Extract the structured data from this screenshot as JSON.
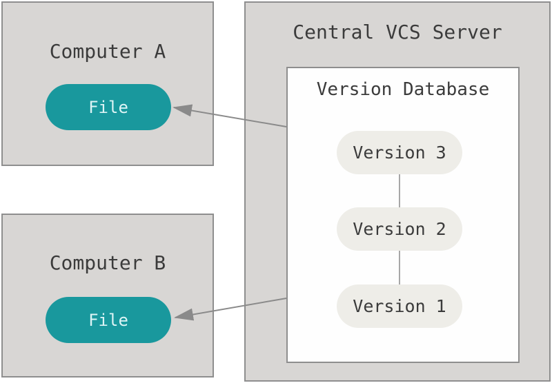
{
  "colors": {
    "background": "#ffffff",
    "box_fill": "#d8d6d4",
    "box_border": "#8e8e8e",
    "database_fill": "#fefefe",
    "database_border": "#8e8e8e",
    "file_pill_fill": "#19989d",
    "file_pill_text": "#ddf4f5",
    "version_pill_fill": "#eeede8",
    "text_dark": "#3b3b3b",
    "connector": "#8a8a8a"
  },
  "computer_a": {
    "title": "Computer A",
    "file_label": "File"
  },
  "computer_b": {
    "title": "Computer B",
    "file_label": "File"
  },
  "server": {
    "title": "Central VCS Server",
    "database": {
      "title": "Version Database",
      "versions": [
        {
          "label": "Version 3"
        },
        {
          "label": "Version 2"
        },
        {
          "label": "Version 1"
        }
      ]
    }
  }
}
